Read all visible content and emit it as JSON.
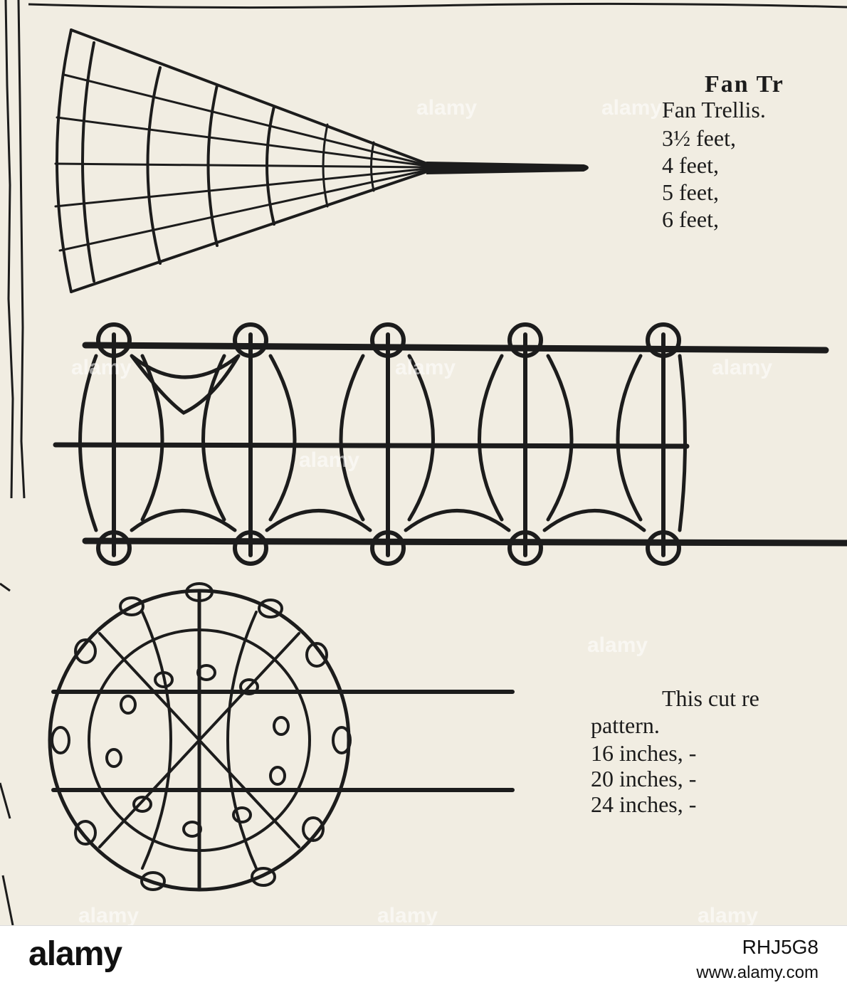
{
  "fan": {
    "heading": "Fan Tr",
    "label": "Fan Trellis.",
    "sizes": [
      "3½ feet,",
      "4   feet,",
      "5   feet,",
      "6   feet,"
    ]
  },
  "balloon": {
    "intro": "This cut re",
    "pattern": "pattern.",
    "sizes": [
      "16 inches, -",
      "20 inches, -",
      "24 inches, -"
    ]
  },
  "watermark": {
    "text": "alamy"
  },
  "footer": {
    "logo": "alamy",
    "image_id": "RHJ5G8",
    "site": "www.alamy.com"
  },
  "colors": {
    "paper": "#f1ede2",
    "ink": "#1c1c1c",
    "footer_bg": "#ffffff"
  }
}
